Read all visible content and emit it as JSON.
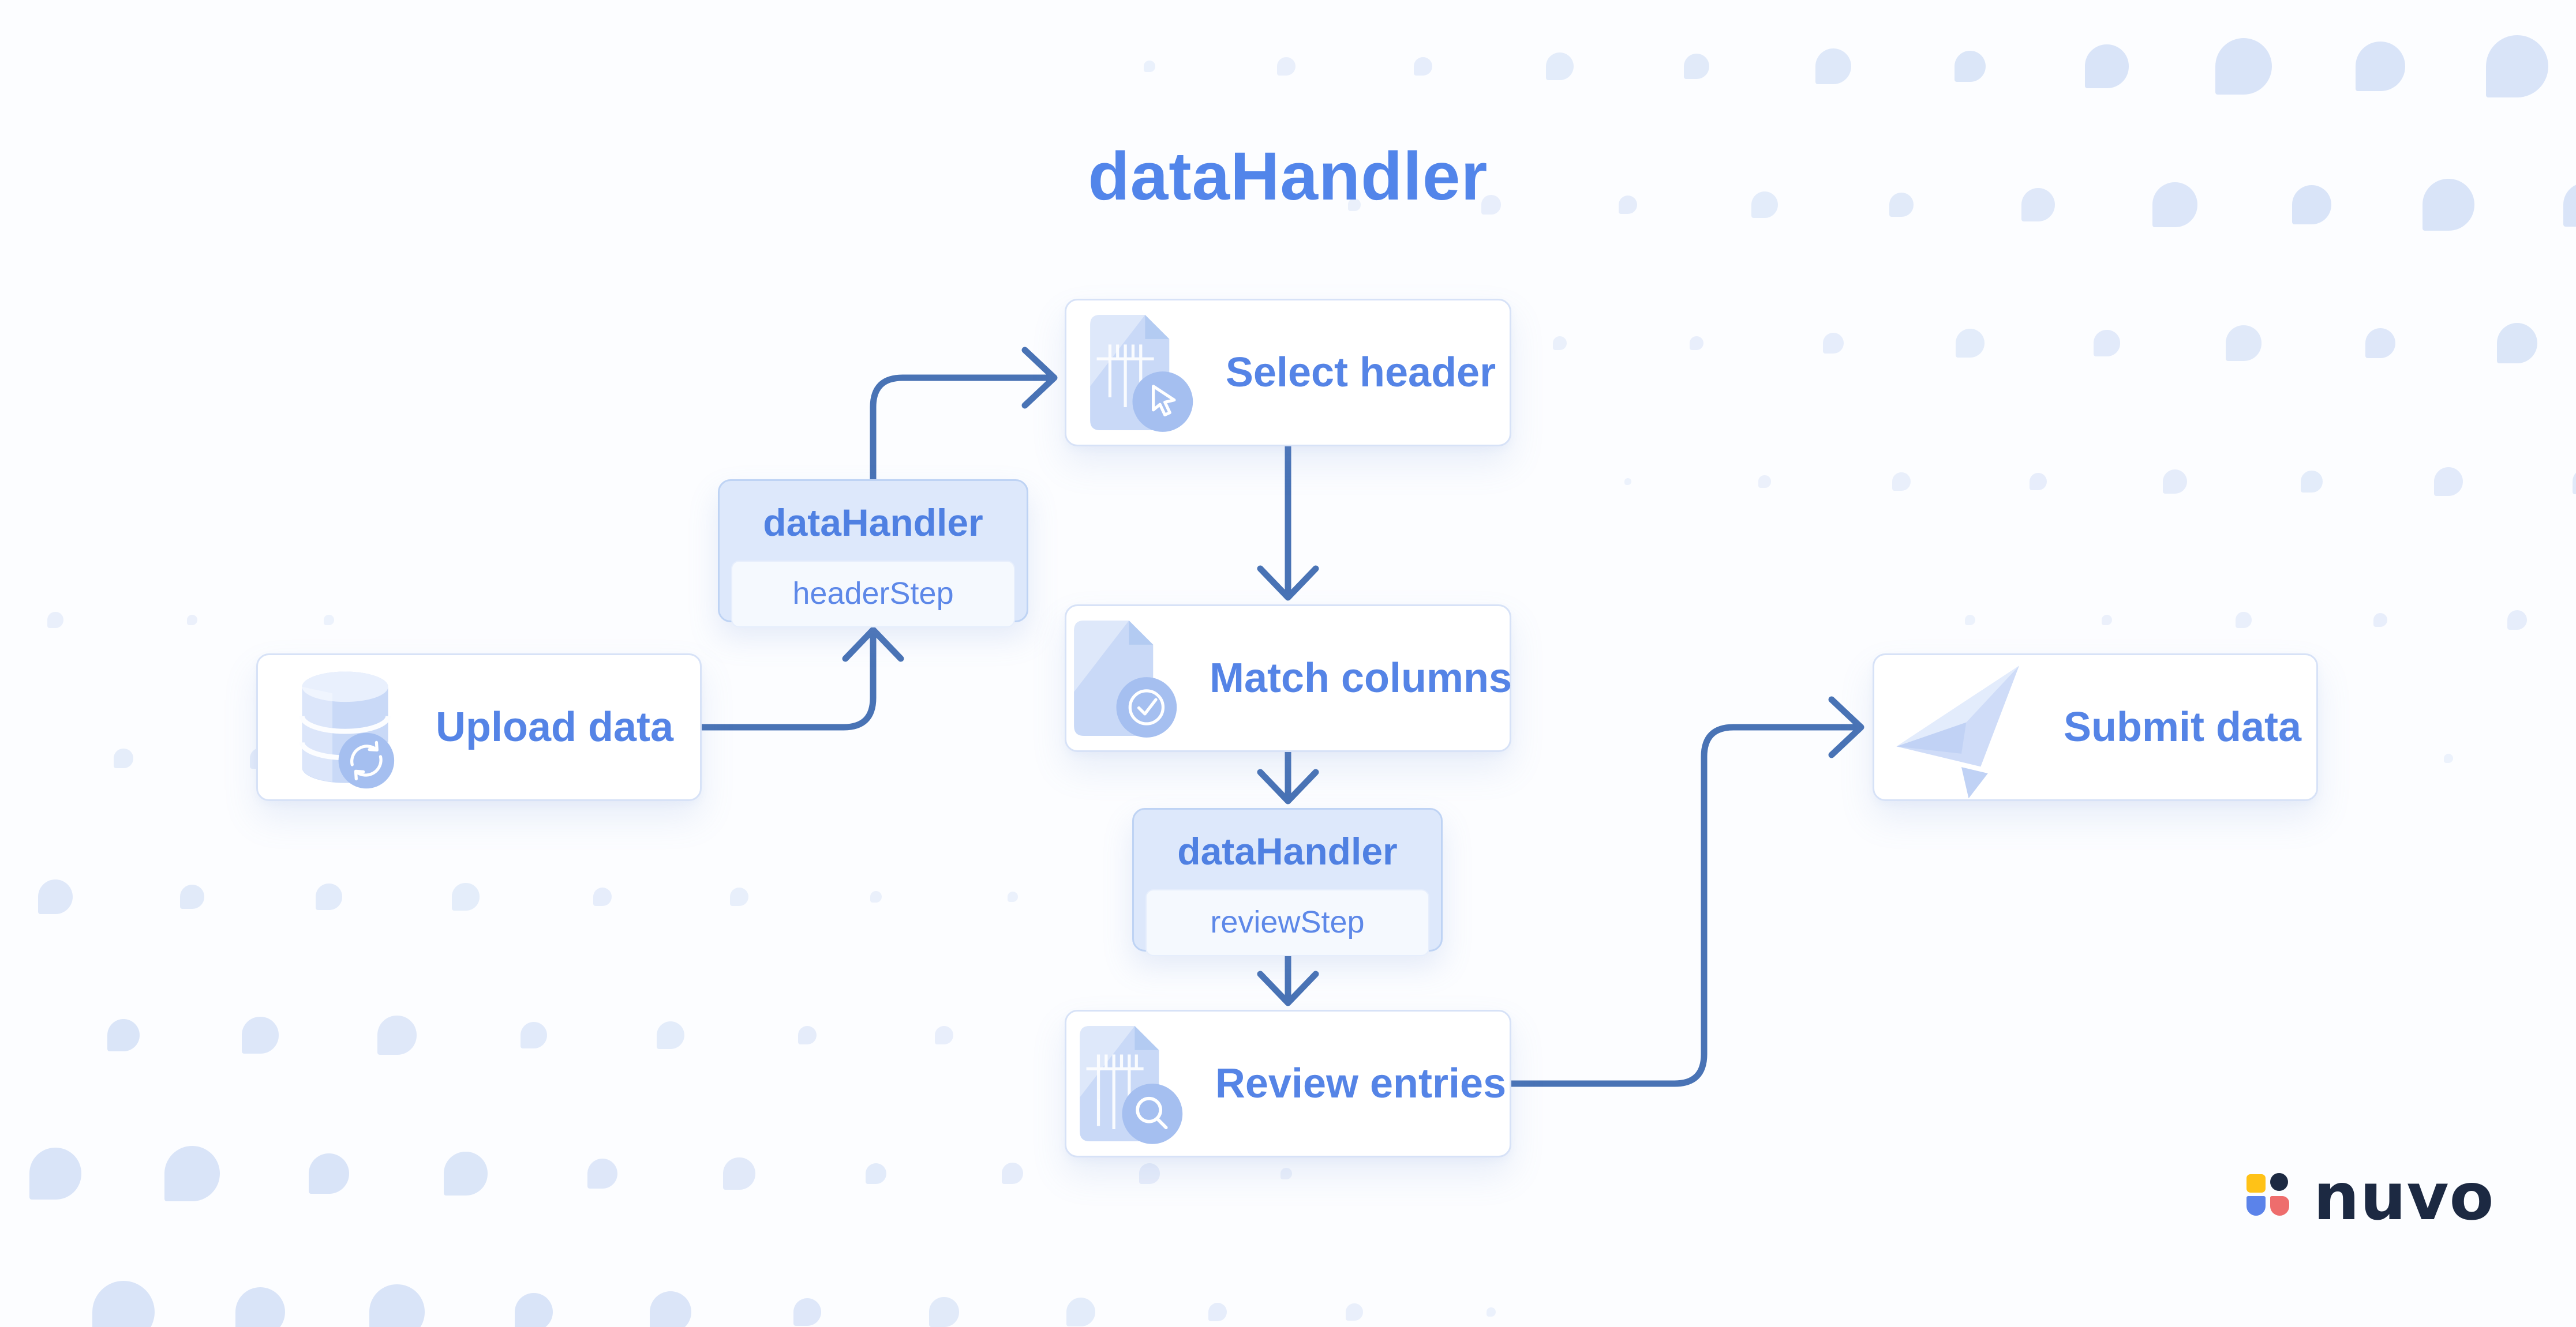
{
  "title": "dataHandler",
  "flow": {
    "nodes": {
      "upload": {
        "label": "Upload data",
        "icon": "database-sync-icon"
      },
      "select_header": {
        "label": "Select header",
        "icon": "document-cursor-icon"
      },
      "match_columns": {
        "label": "Match columns",
        "icon": "document-check-icon"
      },
      "review_entries": {
        "label": "Review entries",
        "icon": "document-search-icon"
      },
      "submit": {
        "label": "Submit data",
        "icon": "paper-plane-icon"
      },
      "header_step": {
        "title": "dataHandler",
        "sublabel": "headerStep"
      },
      "review_step": {
        "title": "dataHandler",
        "sublabel": "reviewStep"
      }
    },
    "edges": [
      {
        "from": "Upload data",
        "to": "dataHandler / headerStep"
      },
      {
        "from": "dataHandler / headerStep",
        "to": "Select header"
      },
      {
        "from": "Select header",
        "to": "Match columns"
      },
      {
        "from": "Match columns",
        "to": "dataHandler / reviewStep"
      },
      {
        "from": "dataHandler / reviewStep",
        "to": "Review entries"
      },
      {
        "from": "Review entries",
        "to": "Submit data"
      }
    ]
  },
  "logo": {
    "text": "nuvo",
    "mark_colors": {
      "yellow": "#ffc217",
      "navy": "#1c2942",
      "blue": "#5b83ea",
      "coral": "#ee6d6d"
    }
  },
  "colors": {
    "background": "#fcfdff",
    "accent_text": "#5584e6",
    "title_text": "#5285ea",
    "arrow": "#4973b5",
    "node_border": "#d7e2f7",
    "wrapper_bg": "#dde8fb",
    "wrapper_border": "#bed3f4",
    "sub_box_bg": "#f5f9fe",
    "icon_fill": "#c9d9f7",
    "badge_fill": "#a5bff0",
    "dot": "#d9e4f8"
  }
}
